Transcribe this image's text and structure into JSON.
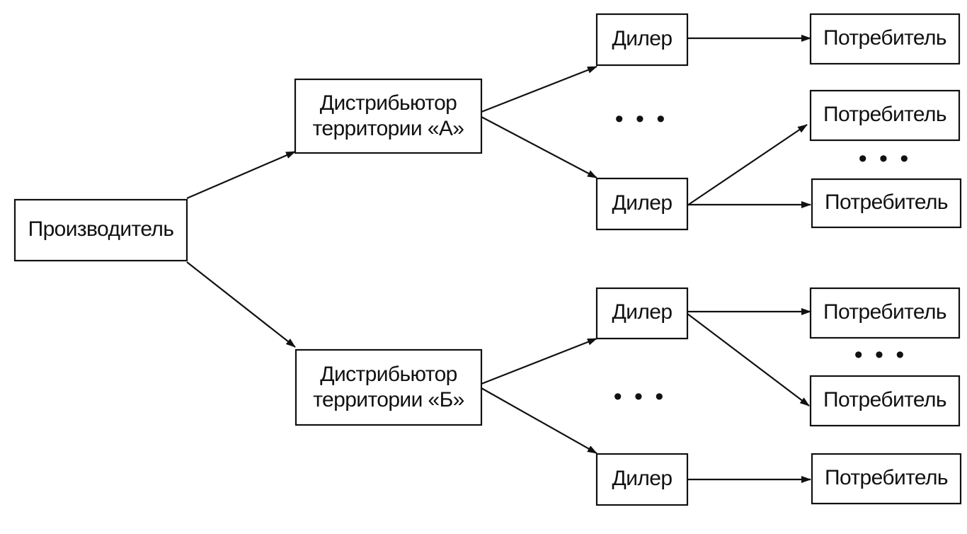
{
  "nodes": {
    "producer": {
      "label": "Производитель"
    },
    "distributor_a": {
      "label_line1": "Дистрибьютор",
      "label_line2": "территории «А»"
    },
    "distributor_b": {
      "label_line1": "Дистрибьютор",
      "label_line2": "территории «Б»"
    },
    "dealer_a1": {
      "label": "Дилер"
    },
    "dealer_a2": {
      "label": "Дилер"
    },
    "dealer_b1": {
      "label": "Дилер"
    },
    "dealer_b2": {
      "label": "Дилер"
    },
    "consumer_1": {
      "label": "Потребитель"
    },
    "consumer_2": {
      "label": "Потребитель"
    },
    "consumer_3": {
      "label": "Потребитель"
    },
    "consumer_4": {
      "label": "Потребитель"
    },
    "consumer_5": {
      "label": "Потребитель"
    },
    "consumer_6": {
      "label": "Потребитель"
    }
  },
  "edges": [
    {
      "from": "producer",
      "to": "distributor_a"
    },
    {
      "from": "producer",
      "to": "distributor_b"
    },
    {
      "from": "distributor_a",
      "to": "dealer_a1"
    },
    {
      "from": "distributor_a",
      "to": "dealer_a2"
    },
    {
      "from": "distributor_b",
      "to": "dealer_b1"
    },
    {
      "from": "distributor_b",
      "to": "dealer_b2"
    },
    {
      "from": "dealer_a1",
      "to": "consumer_1"
    },
    {
      "from": "dealer_a2",
      "to": "consumer_2"
    },
    {
      "from": "dealer_a2",
      "to": "consumer_3"
    },
    {
      "from": "dealer_b1",
      "to": "consumer_4"
    },
    {
      "from": "dealer_b1",
      "to": "consumer_5"
    },
    {
      "from": "dealer_b2",
      "to": "consumer_6"
    }
  ],
  "ellipses": {
    "dealers_a": "• • •",
    "consumers_a2": "• • •",
    "consumers_b1": "• • •",
    "dealers_b": "• • •"
  }
}
